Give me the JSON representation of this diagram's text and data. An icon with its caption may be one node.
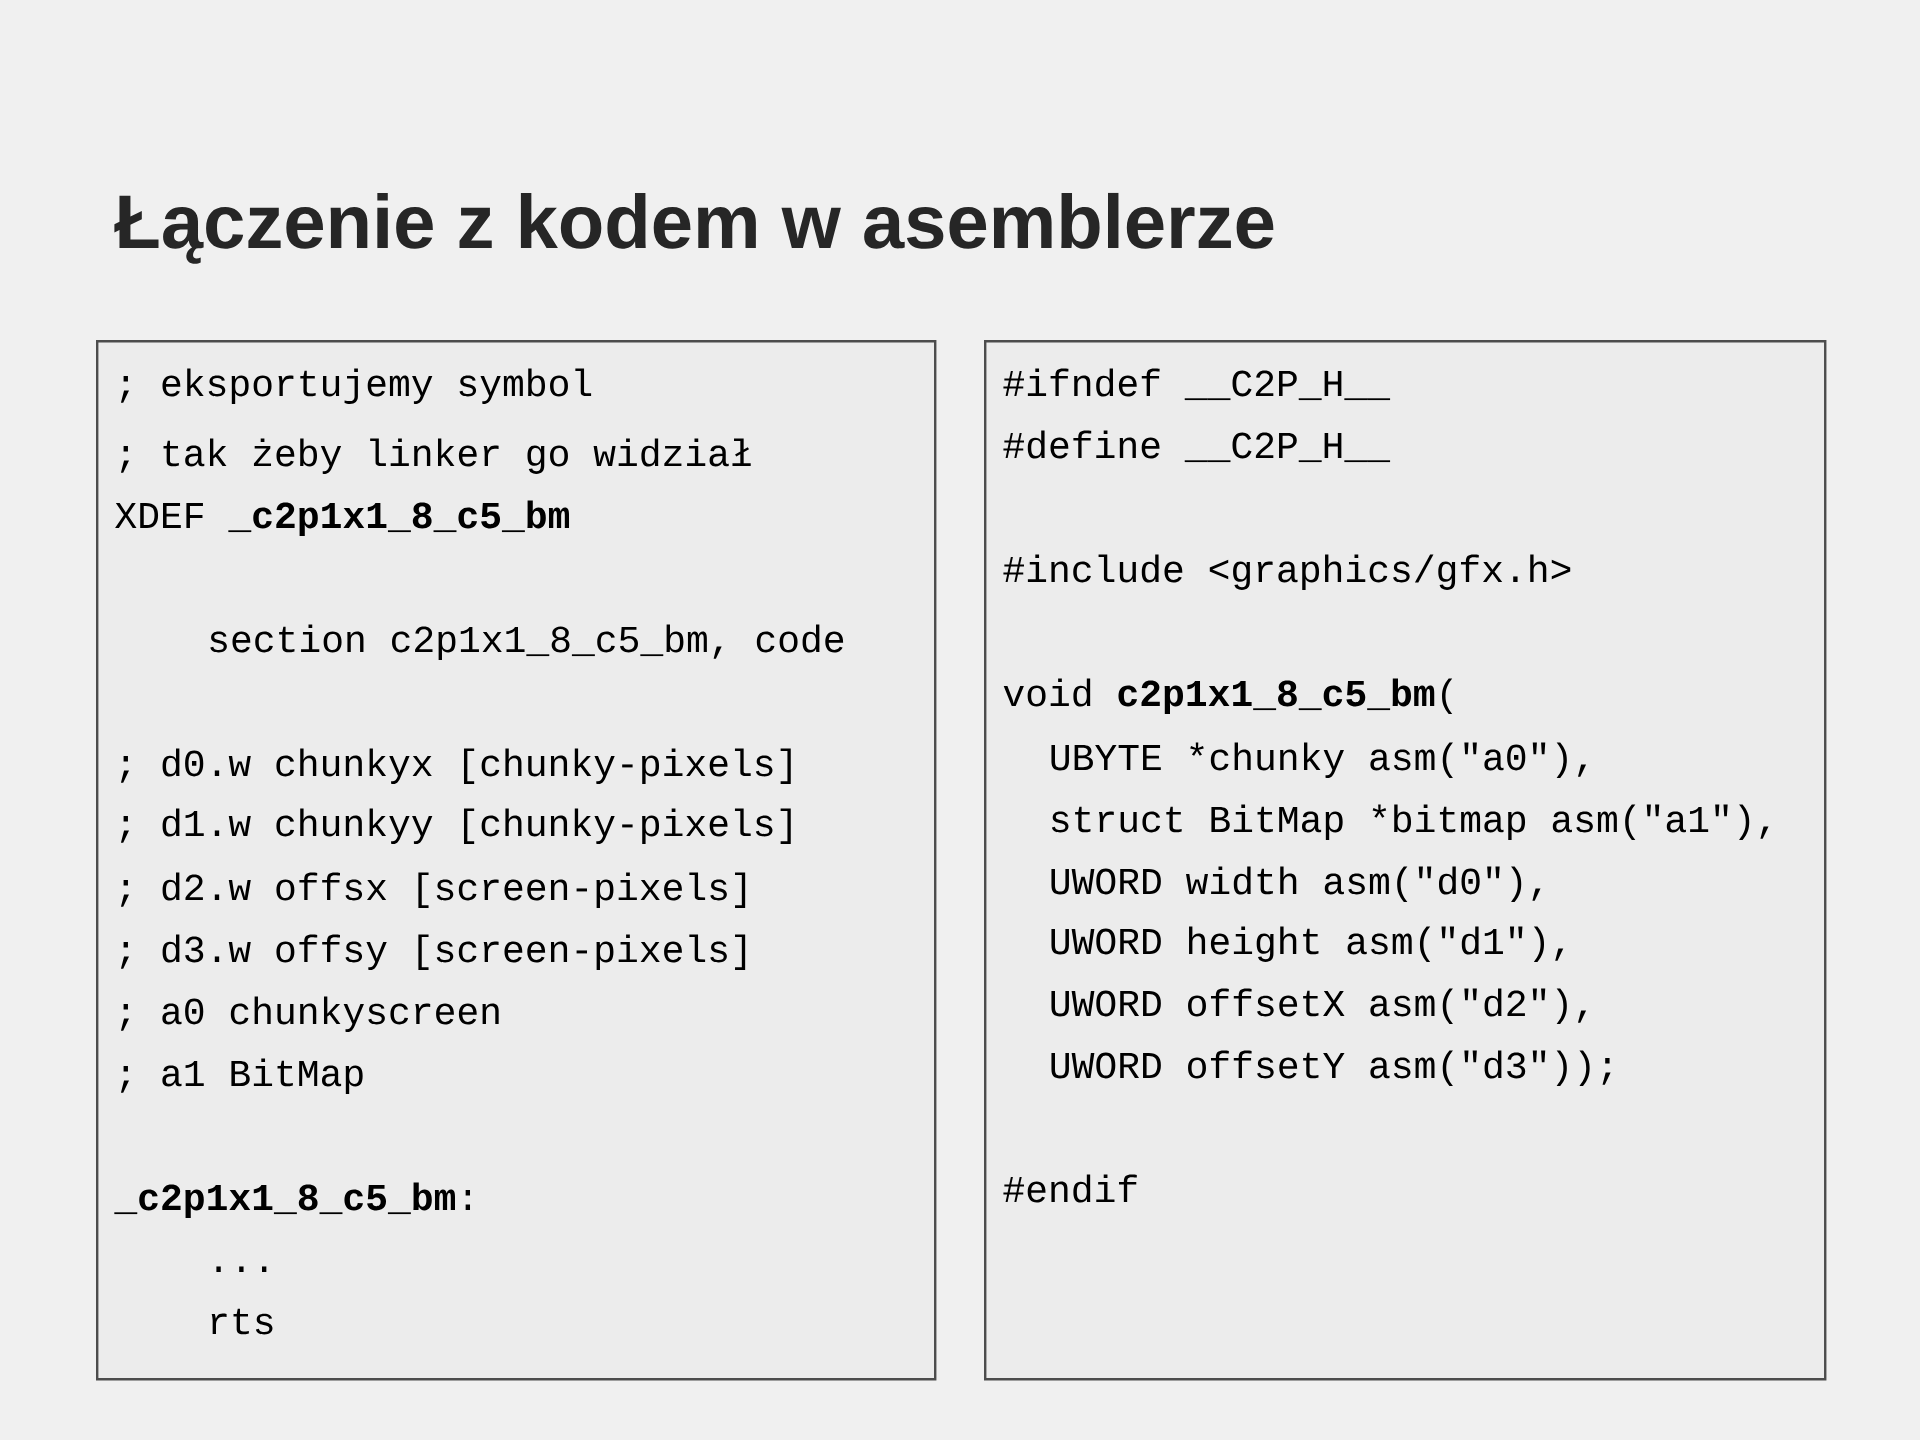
{
  "diagram": {
    "title": "Łączenie z kodem w asemblerze",
    "nodes": [
      {
        "text": [
          "; eksportujemy symbol",
          "; tak żeby linker go widział",
          "XDEF **_c2p1x1_8_c5_bm**",
          "section c2p1x1_8_c5_bm, code",
          "; d0.w  chunkyx [chunky-pixels]",
          "; d1.w  chunkyy [chunky-pixels]",
          "; d2.w  offsx [screen-pixels]",
          "; d3.w  offsy [screen-pixels]",
          "; a0    chunkyscreen",
          "; a1    BitMap",
          "**_c2p1x1_8_c5_bm**:",
          "...",
          "rts"
        ]
      },
      {
        "text": [
          "#ifndef __C2P_H__",
          "#define __C2P_H__",
          "#include <graphics/gfx.h>",
          "void **c2p1x1_8_c5_bm**(",
          "UBYTE *chunky asm(\"a0\"),",
          "struct BitMap *bitmap asm(\"a1\"),",
          "UWORD width asm(\"d0\"),",
          "UWORD height asm(\"d1\"),",
          "UWORD offsetX asm(\"d2\"),",
          "UWORD offsetY asm(\"d3\"));",
          "#endif"
        ]
      }
    ]
  }
}
